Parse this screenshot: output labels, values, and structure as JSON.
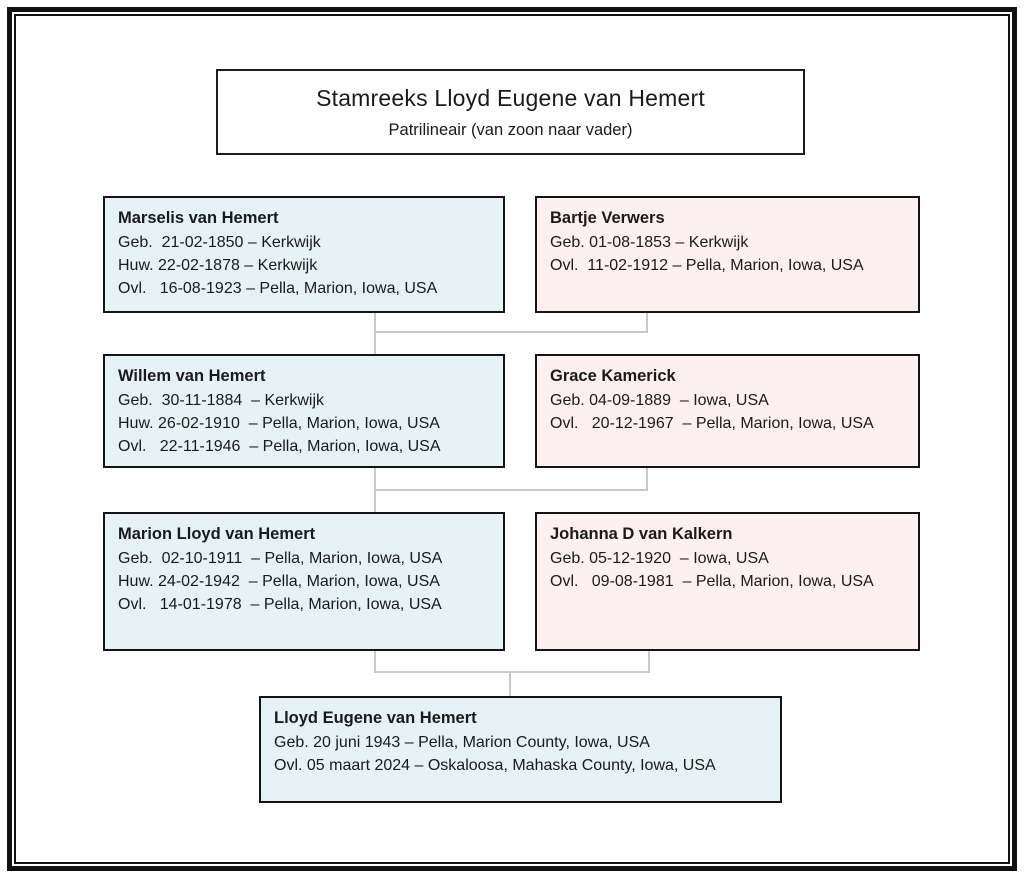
{
  "title": {
    "heading": "Stamreeks Lloyd Eugene van Hemert",
    "subtitle": "Patrilineair (van zoon naar vader)"
  },
  "colors": {
    "male_fill": "#e6f2f5",
    "female_fill": "#fdf0f0",
    "box_border": "#141414",
    "connector": "#c9c9c9"
  },
  "persons": [
    {
      "name": "Marselis van Hemert",
      "lines": [
        "Geb.  21-02-1850 – Kerkwijk",
        "Huw. 22-02-1878 – Kerkwijk",
        "Ovl.   16-08-1923 – Pella, Marion, Iowa, USA"
      ]
    },
    {
      "name": "Bartje Verwers",
      "lines": [
        "Geb. 01-08-1853 – Kerkwijk",
        "Ovl.  11-02-1912 – Pella, Marion, Iowa, USA"
      ]
    },
    {
      "name": "Willem van Hemert",
      "lines": [
        "Geb.  30-11-1884  – Kerkwijk",
        "Huw. 26-02-1910  – Pella, Marion, Iowa, USA",
        "Ovl.   22-11-1946  – Pella, Marion, Iowa, USA"
      ]
    },
    {
      "name": "Grace Kamerick",
      "lines": [
        "Geb. 04-09-1889  – Iowa, USA",
        "Ovl.   20-12-1967  – Pella, Marion, Iowa, USA"
      ]
    },
    {
      "name": "Marion Lloyd van Hemert",
      "lines": [
        "Geb.  02-10-1911  – Pella, Marion, Iowa, USA",
        "Huw. 24-02-1942  – Pella, Marion, Iowa, USA",
        "Ovl.   14-01-1978  – Pella, Marion, Iowa, USA"
      ]
    },
    {
      "name": "Johanna D van Kalkern",
      "lines": [
        "Geb. 05-12-1920  – Iowa, USA",
        "Ovl.   09-08-1981  – Pella, Marion, Iowa, USA"
      ]
    },
    {
      "name": "Lloyd Eugene van Hemert",
      "lines": [
        "Geb. 20 juni 1943 – Pella, Marion County, Iowa, USA",
        "Ovl. 05 maart 2024 – Oskaloosa, Mahaska County, Iowa, USA"
      ]
    }
  ]
}
